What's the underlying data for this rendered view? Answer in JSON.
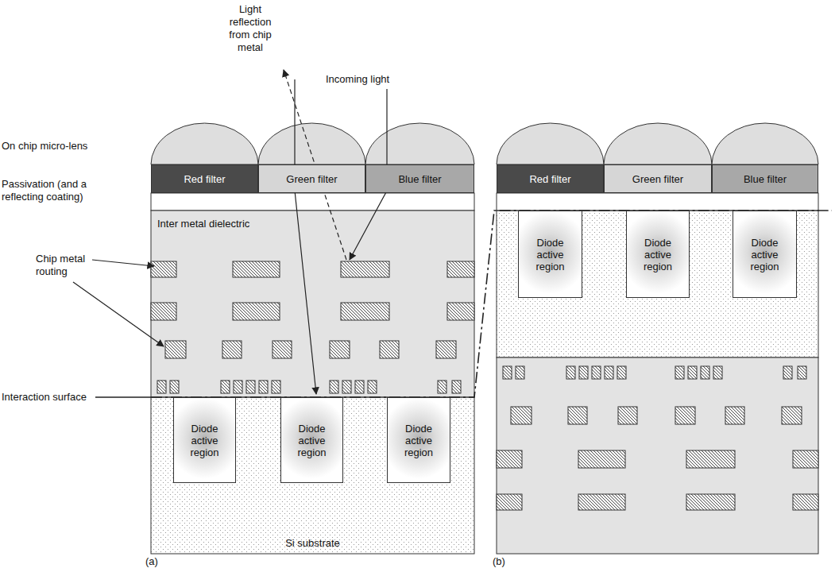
{
  "diagram": {
    "nodes": [
      {
        "text": [
          "Red filter"
        ]
      },
      {
        "text": [
          "Green filter"
        ]
      },
      {
        "text": [
          "Blue filter"
        ]
      },
      {
        "text": [
          "Inter metal dielectric"
        ]
      },
      {
        "text": [
          "Si substrate"
        ]
      },
      {
        "text": [
          "Diode active region"
        ],
        "in": 4
      },
      {
        "text": [
          "Diode active region"
        ],
        "in": 4
      },
      {
        "text": [
          "Diode active region"
        ],
        "in": 4
      },
      {
        "text": [
          "Red filter"
        ]
      },
      {
        "text": [
          "Green filter"
        ]
      },
      {
        "text": [
          "Blue filter"
        ]
      },
      {
        "text": [
          "Diode active region"
        ]
      },
      {
        "text": [
          "Diode active region"
        ]
      },
      {
        "text": [
          "Diode active region"
        ]
      }
    ],
    "labels": [
      "Light reflection from chip metal",
      "Incoming light",
      "On chip micro-lens",
      "Passivation (and a reflecting coating)",
      "Chip metal routing",
      "Interaction surface",
      "(a)",
      "(b)"
    ]
  }
}
